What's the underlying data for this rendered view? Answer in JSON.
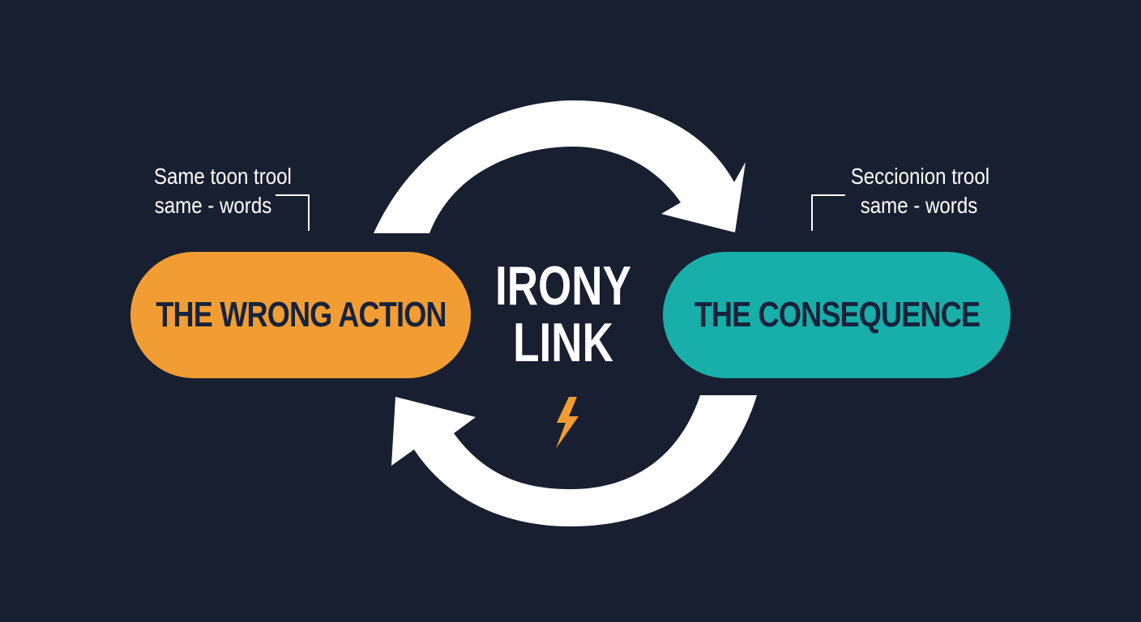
{
  "diagram": {
    "left_node": {
      "label": "THE WRONG ACTION",
      "color": "#f29d34"
    },
    "right_node": {
      "label": "THE CONSEQUENCE",
      "color": "#18aeaa"
    },
    "center": {
      "line1": "IRONY",
      "line2": "LINK"
    },
    "left_note": {
      "line1": "Same toon trool",
      "line2": "same - words"
    },
    "right_note": {
      "line1": "Seccionion trool",
      "line2": "same - words"
    },
    "colors": {
      "background": "#181f30",
      "arrow": "#ffffff",
      "text_dark": "#17233a",
      "accent_orange": "#f29d34",
      "accent_teal": "#18aeaa"
    },
    "icons": {
      "center_icon": "lightning-bolt-icon"
    }
  }
}
